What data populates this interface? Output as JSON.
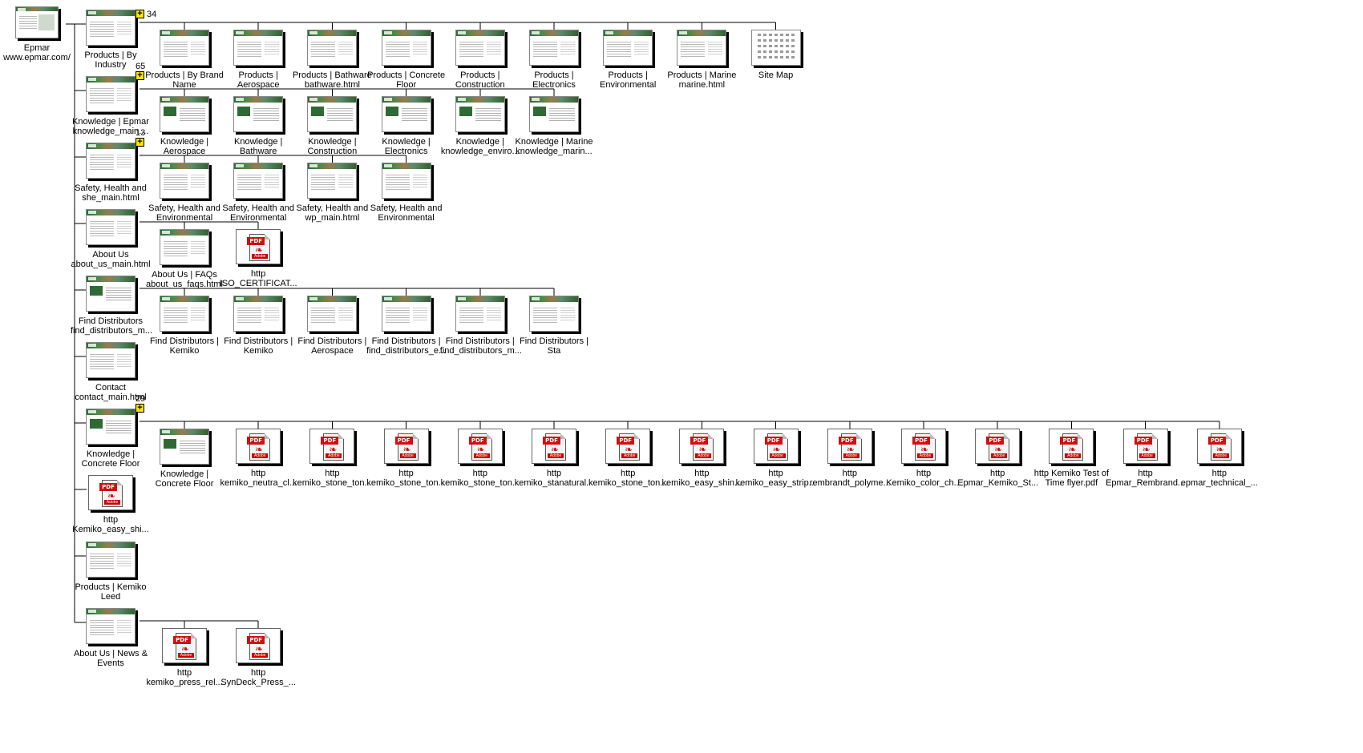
{
  "root": {
    "label": [
      "Epmar",
      "www.epmar.com/"
    ],
    "thumb": "home"
  },
  "children": [
    {
      "label": [
        "Products | By",
        "Industry"
      ],
      "count": "34",
      "expand": "+",
      "kids": [
        {
          "label": [
            "Products | By Brand",
            "Name"
          ]
        },
        {
          "label": [
            "Products |",
            "Aerospace"
          ]
        },
        {
          "label": [
            "Products | Bathware",
            "bathware.html"
          ]
        },
        {
          "label": [
            "Products | Concrete",
            "Floor"
          ]
        },
        {
          "label": [
            "Products |",
            "Construction"
          ]
        },
        {
          "label": [
            "Products |",
            "Electronics"
          ]
        },
        {
          "label": [
            "Products |",
            "Environmental"
          ]
        },
        {
          "label": [
            "Products | Marine",
            "marine.html"
          ]
        },
        {
          "label": [
            "Site Map"
          ],
          "thumb": "map"
        }
      ]
    },
    {
      "label": [
        "Knowledge | Epmar",
        "knowledge_main...."
      ],
      "count": "65",
      "expand": "+",
      "kids": [
        {
          "label": [
            "Knowledge |",
            "Aerospace"
          ],
          "thumb": "green"
        },
        {
          "label": [
            "Knowledge |",
            "Bathware"
          ],
          "thumb": "green"
        },
        {
          "label": [
            "Knowledge |",
            "Construction"
          ],
          "thumb": "green"
        },
        {
          "label": [
            "Knowledge |",
            "Electronics"
          ],
          "thumb": "green"
        },
        {
          "label": [
            "Knowledge |",
            "knowledge_enviro..."
          ],
          "thumb": "green"
        },
        {
          "label": [
            "Knowledge | Marine",
            "knowledge_marin..."
          ],
          "thumb": "green"
        }
      ]
    },
    {
      "label": [
        "Safety, Health and",
        "she_main.html"
      ],
      "count": "13",
      "expand": "+",
      "kids": [
        {
          "label": [
            "Safety, Health and",
            "Environmental"
          ]
        },
        {
          "label": [
            "Safety, Health and",
            "Environmental"
          ]
        },
        {
          "label": [
            "Safety, Health and",
            "wp_main.html"
          ]
        },
        {
          "label": [
            "Safety, Health and",
            "Environmental"
          ]
        }
      ]
    },
    {
      "label": [
        "About Us",
        "about_us_main.html"
      ],
      "kids": [
        {
          "label": [
            "About Us | FAQs",
            "about_us_faqs.html"
          ]
        },
        {
          "label": [
            "http",
            "ISO_CERTIFICAT..."
          ],
          "thumb": "pdf"
        }
      ]
    },
    {
      "label": [
        "Find Distributors",
        "find_distributors_m..."
      ],
      "thumb": "green",
      "kids": [
        {
          "label": [
            "Find Distributors |",
            "Kemiko"
          ]
        },
        {
          "label": [
            "Find Distributors |",
            "Kemiko"
          ]
        },
        {
          "label": [
            "Find Distributors |",
            "Aerospace"
          ]
        },
        {
          "label": [
            "Find Distributors |",
            "find_distributors_e..."
          ]
        },
        {
          "label": [
            "Find Distributors |",
            "find_distributors_m..."
          ]
        },
        {
          "label": [
            "Find Distributors |",
            "Sta"
          ]
        }
      ]
    },
    {
      "label": [
        "Contact",
        "contact_main.html"
      ],
      "kids": []
    },
    {
      "label": [
        "Knowledge |",
        "Concrete Floor"
      ],
      "count": "29",
      "expand": "+",
      "thumb": "green",
      "kids": [
        {
          "label": [
            "Knowledge |",
            "Concrete Floor"
          ],
          "thumb": "green"
        },
        {
          "label": [
            "http",
            "kemiko_neutra_cl..."
          ],
          "thumb": "pdf"
        },
        {
          "label": [
            "http",
            "kemiko_stone_ton..."
          ],
          "thumb": "pdf"
        },
        {
          "label": [
            "http",
            "kemiko_stone_ton..."
          ],
          "thumb": "pdf"
        },
        {
          "label": [
            "http",
            "kemiko_stone_ton..."
          ],
          "thumb": "pdf"
        },
        {
          "label": [
            "http",
            "kemiko_stanatural..."
          ],
          "thumb": "pdf"
        },
        {
          "label": [
            "http",
            "kemiko_stone_ton..."
          ],
          "thumb": "pdf"
        },
        {
          "label": [
            "http",
            "kemiko_easy_shin..."
          ],
          "thumb": "pdf"
        },
        {
          "label": [
            "http",
            "kemiko_easy_strip..."
          ],
          "thumb": "pdf"
        },
        {
          "label": [
            "http",
            "rembrandt_polyme..."
          ],
          "thumb": "pdf"
        },
        {
          "label": [
            "http",
            "Kemiko_color_ch..."
          ],
          "thumb": "pdf"
        },
        {
          "label": [
            "http",
            "Epmar_Kemiko_St..."
          ],
          "thumb": "pdf"
        },
        {
          "label": [
            "http Kemiko Test of",
            "Time flyer.pdf"
          ],
          "thumb": "pdf"
        },
        {
          "label": [
            "http",
            "Epmar_Rembrand..."
          ],
          "thumb": "pdf"
        },
        {
          "label": [
            "http",
            "epmar_technical_..."
          ],
          "thumb": "pdf"
        }
      ]
    },
    {
      "label": [
        "http",
        "Kemiko_easy_shi..."
      ],
      "thumb": "pdf",
      "kids": []
    },
    {
      "label": [
        "Products | Kemiko",
        "Leed"
      ],
      "kids": []
    },
    {
      "label": [
        "About Us | News &",
        "Events"
      ],
      "kids": [
        {
          "label": [
            "http",
            "kemiko_press_rel..."
          ],
          "thumb": "pdf"
        },
        {
          "label": [
            "http",
            "SynDeck_Press_..."
          ],
          "thumb": "pdf"
        }
      ]
    }
  ]
}
